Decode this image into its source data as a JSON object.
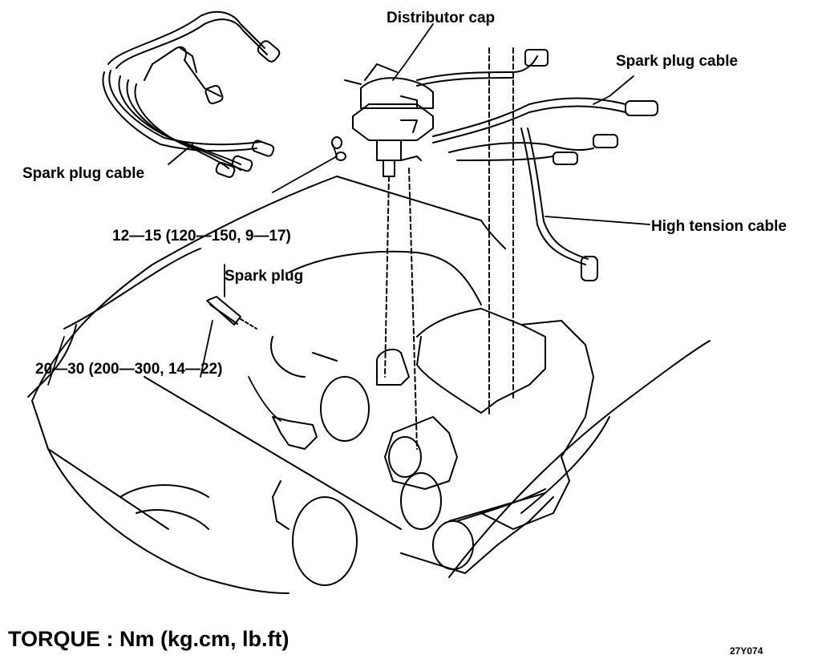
{
  "labels": {
    "distributor_cap": "Distributor cap",
    "spark_plug_cable_left": "Spark plug cable",
    "spark_plug_cable_right": "Spark plug cable",
    "high_tension_cable": "High tension cable",
    "spark_plug": "Spark plug",
    "torque_distributor": "12—15 (120—150, 9—17)",
    "torque_spark_plug": "20—30 (200—300, 14—22)"
  },
  "footer": {
    "torque_units": "TORQUE : Nm (kg.cm, lb.ft)",
    "figure_code": "27Y074"
  }
}
